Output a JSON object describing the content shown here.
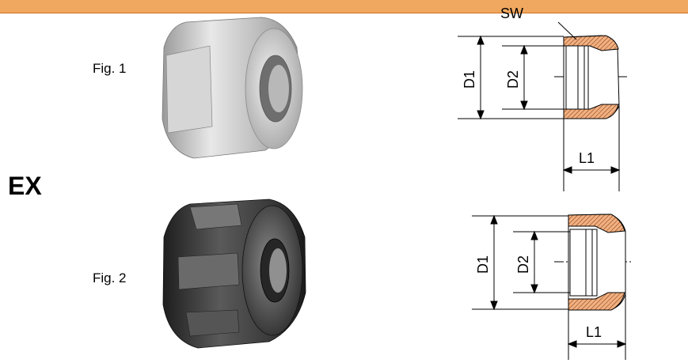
{
  "header": {
    "bar_color": "#f0a860"
  },
  "section": {
    "label": "EX"
  },
  "figures": [
    {
      "caption": "Fig. 1",
      "product": "nut-silver",
      "color": "#c8c8c8"
    },
    {
      "caption": "Fig. 2",
      "product": "nut-dark",
      "color": "#3a3a3a"
    }
  ],
  "drawing1": {
    "sw": "SW",
    "d1": "D1",
    "d2": "D2",
    "l1": "L1"
  },
  "drawing2": {
    "d1": "D1",
    "d2": "D2",
    "l1": "L1"
  }
}
